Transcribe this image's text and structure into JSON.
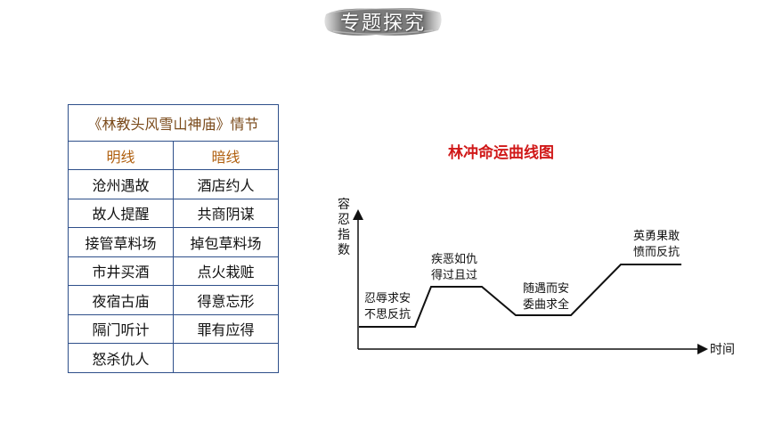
{
  "header": {
    "title": "专题探究"
  },
  "table": {
    "caption": "《林教头风雪山神庙》情节",
    "headers": [
      "明线",
      "暗线"
    ],
    "rows": [
      [
        "沧州遇故",
        "酒店约人"
      ],
      [
        "故人提醒",
        "共商阴谋"
      ],
      [
        "接管草料场",
        "掉包草料场"
      ],
      [
        "市井买酒",
        "点火栽赃"
      ],
      [
        "夜宿古庙",
        "得意忘形"
      ],
      [
        "隔门听计",
        "罪有应得"
      ],
      [
        "怒杀仇人",
        ""
      ]
    ]
  },
  "chart": {
    "title": "林冲命运曲线图",
    "ylabel_chars": [
      "容",
      "忍",
      "指",
      "数"
    ],
    "xlabel": "时间",
    "annotations": [
      {
        "line1": "忍辱求安",
        "line2": "不思反抗"
      },
      {
        "line1": "疾恶如仇",
        "line2": "得过且过"
      },
      {
        "line1": "随遇而安",
        "line2": "委曲求全"
      },
      {
        "line1": "英勇果敢",
        "line2": "愤而反抗"
      }
    ]
  },
  "colors": {
    "table_border": "#2e4f8a",
    "table_caption": "#7a4a1a",
    "table_header": "#b06010",
    "chart_title": "#d01818"
  }
}
